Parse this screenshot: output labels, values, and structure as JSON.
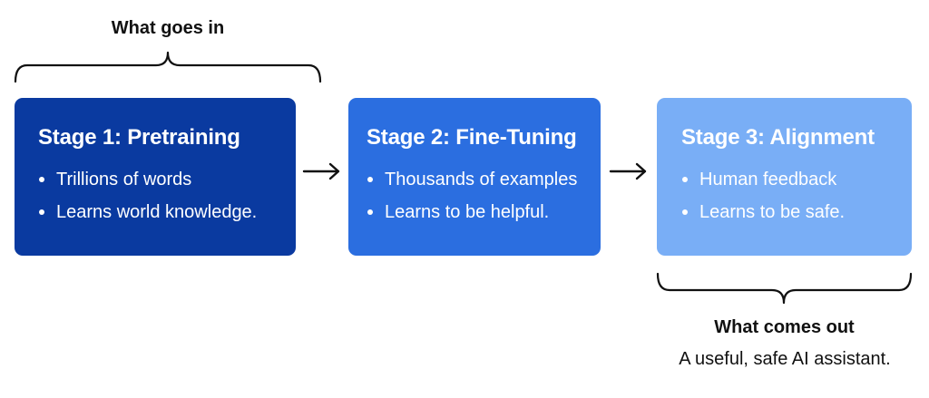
{
  "input_label": "What goes in",
  "output_label": "What comes out",
  "output_caption": "A useful, safe AI assistant.",
  "stages": [
    {
      "title": "Stage 1: Pretraining",
      "bullets": [
        "Trillions of words",
        "Learns world knowledge."
      ],
      "color": "#0a3aa0"
    },
    {
      "title": "Stage 2: Fine-Tuning",
      "bullets": [
        "Thousands of examples",
        "Learns to be helpful."
      ],
      "color": "#2b6ee0"
    },
    {
      "title": "Stage 3: Alignment",
      "bullets": [
        "Human feedback",
        "Learns to be safe."
      ],
      "color": "#79aef6"
    }
  ],
  "connector_icon": "right-arrow-icon",
  "brace_icon": "curly-brace-icon"
}
